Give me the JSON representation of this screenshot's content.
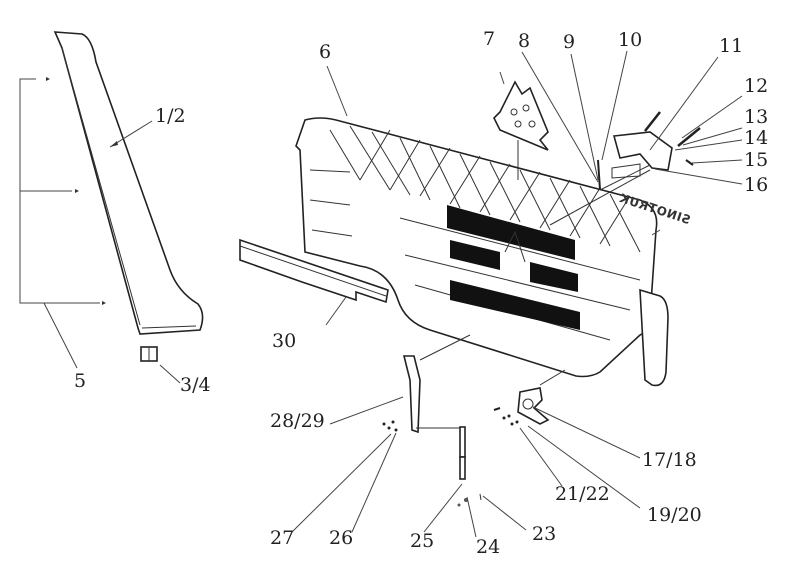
{
  "title": "Front grille assembly exploded parts diagram",
  "brand_text": "SINOTRUK",
  "brand_text_mirrored": true,
  "parts": [
    {
      "label": "1/2",
      "component": "a-pillar-trim-panel"
    },
    {
      "label": "3/4",
      "component": "clip"
    },
    {
      "label": "5",
      "component": "fastener-set"
    },
    {
      "label": "6",
      "component": "front-grille"
    },
    {
      "label": "7",
      "component": "emblem-badge"
    },
    {
      "label": "8",
      "component": "fastener"
    },
    {
      "label": "9",
      "component": "fastener"
    },
    {
      "label": "10",
      "component": "fastener"
    },
    {
      "label": "11",
      "component": "hinge-bracket"
    },
    {
      "label": "12",
      "component": "bolt"
    },
    {
      "label": "13",
      "component": "washer"
    },
    {
      "label": "14",
      "component": "washer"
    },
    {
      "label": "15",
      "component": "bolt"
    },
    {
      "label": "16",
      "component": "bracket"
    },
    {
      "label": "17/18",
      "component": "lower-bracket"
    },
    {
      "label": "19/20",
      "component": "washer"
    },
    {
      "label": "21/22",
      "component": "nut"
    },
    {
      "label": "23",
      "component": "pin"
    },
    {
      "label": "24",
      "component": "nut"
    },
    {
      "label": "25",
      "component": "gas-strut"
    },
    {
      "label": "26",
      "component": "washer"
    },
    {
      "label": "27",
      "component": "nut"
    },
    {
      "label": "28/29",
      "component": "support-arm"
    },
    {
      "label": "30",
      "component": "trim-strip"
    }
  ]
}
